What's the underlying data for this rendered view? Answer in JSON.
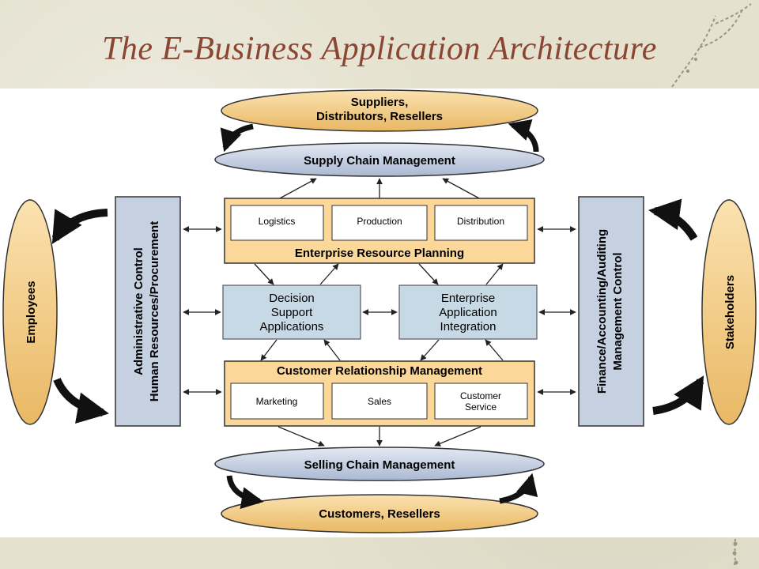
{
  "slide": {
    "title": "The E-Business Application Architecture"
  },
  "diagram": {
    "suppliers_line1": "Suppliers,",
    "suppliers_line2": "Distributors, Resellers",
    "supply_chain": "Supply Chain Management",
    "erp": {
      "modules": [
        "Logistics",
        "Production",
        "Distribution"
      ],
      "label": "Enterprise Resource Planning"
    },
    "dss": [
      "Decision",
      "Support",
      "Applications"
    ],
    "eai": [
      "Enterprise",
      "Application",
      "Integration"
    ],
    "crm": {
      "label": "Customer Relationship Management",
      "modules": [
        "Marketing",
        "Sales"
      ],
      "customer_service": [
        "Customer",
        "Service"
      ]
    },
    "selling_chain": "Selling Chain Management",
    "customers": "Customers, Resellers",
    "employees": "Employees",
    "admin": [
      "Administrative Control",
      "Human Resources/Procurement"
    ],
    "finance": [
      "Finance/Accounting/Auditing",
      "Management Control"
    ],
    "stakeholders": "Stakeholders"
  },
  "colors": {
    "title": "#8a4632",
    "oval_tan": "#f2cf8a",
    "oval_blue": "#c9d3e6",
    "box_fill": "#fbd79a",
    "box_blue": "#c8d9e6",
    "side_panel": "#c5d0e0"
  }
}
